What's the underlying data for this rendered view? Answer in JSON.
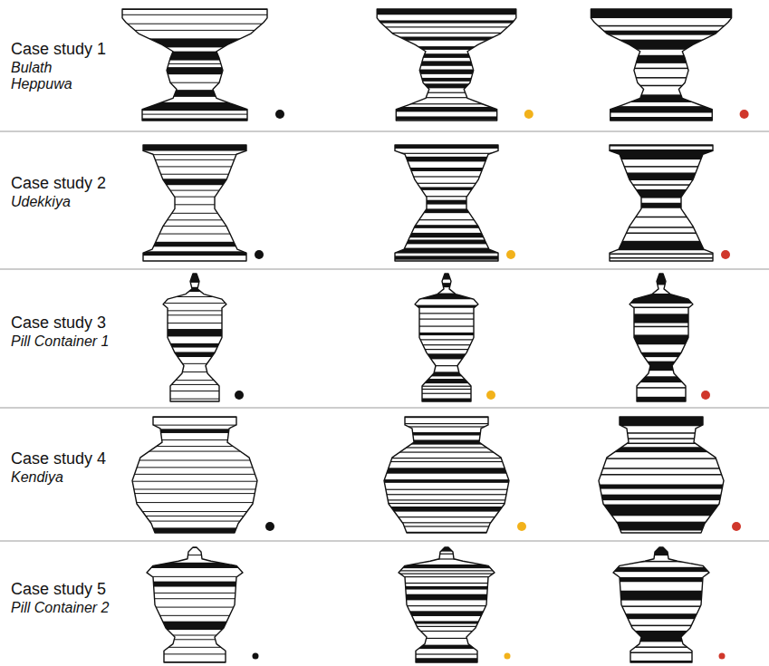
{
  "diagram": {
    "labels": [
      "Case study 1",
      "Bulath Heppuwa",
      "Case study 2",
      "Udekkiya",
      "Case study 3",
      "Pill Container 1",
      "Case study 4",
      "Kendiya",
      "Case study 5",
      "Pill Container 2"
    ]
  }
}
